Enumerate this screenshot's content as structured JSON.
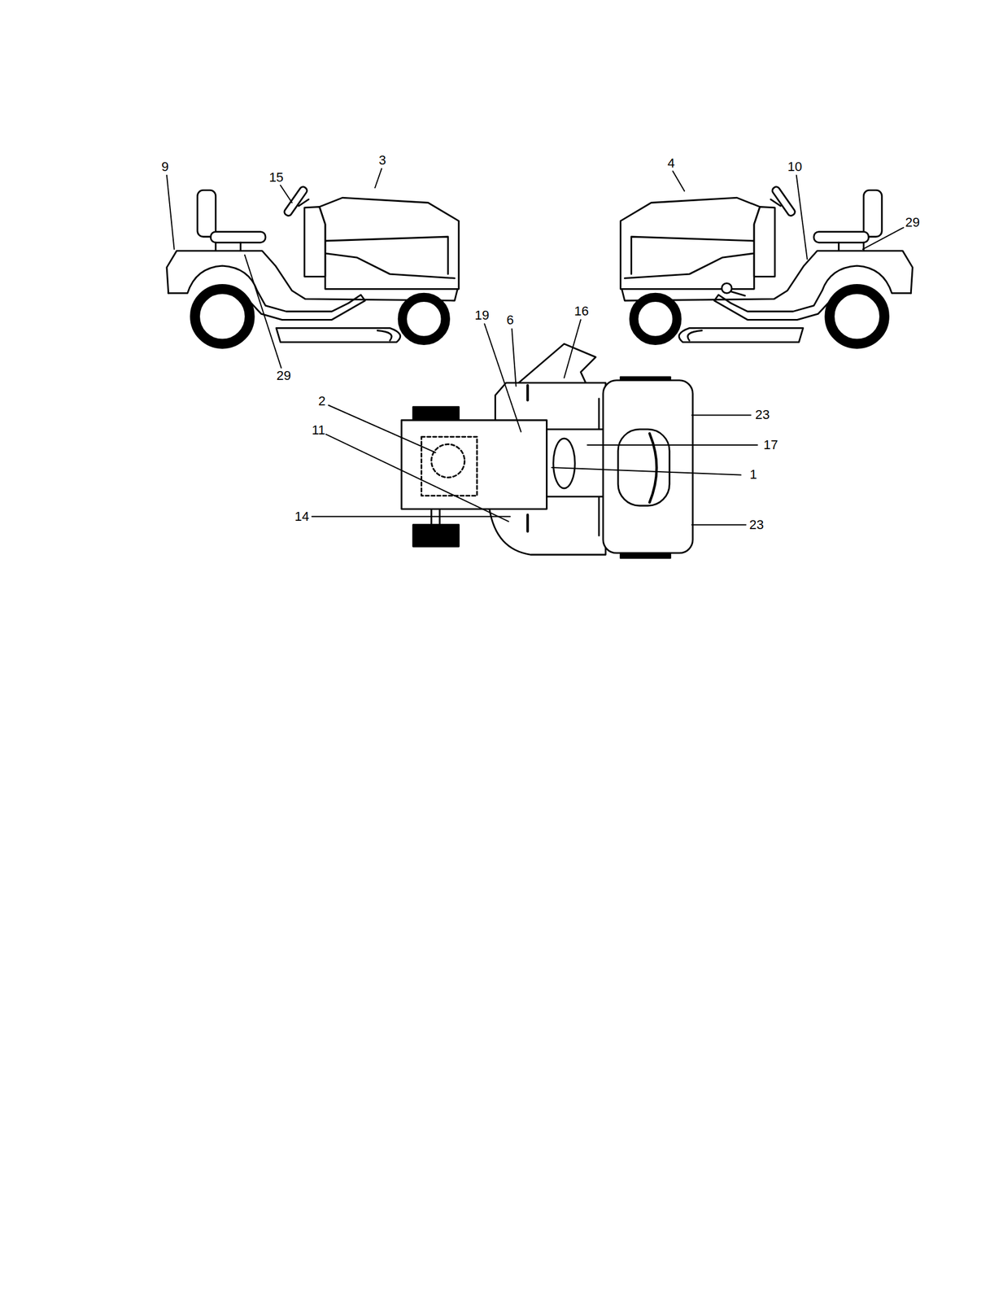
{
  "diagram": {
    "labels": [
      "9",
      "15",
      "3",
      "4",
      "10",
      "29",
      "29",
      "19",
      "6",
      "16",
      "2",
      "11",
      "23",
      "17",
      "1",
      "14",
      "23"
    ]
  }
}
